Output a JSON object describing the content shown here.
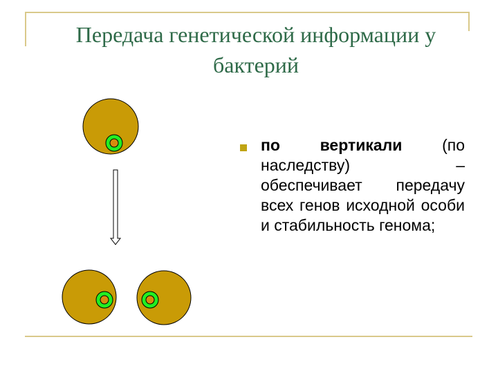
{
  "title": "Передача генетической информации у бактерий",
  "bullet": {
    "bold": "по вертикали",
    "text": " (по наследству) – обеспечивает передачу всех генов исходной особи и стабильность генома;"
  },
  "colors": {
    "cell_fill": "#c99b06",
    "plasmid_ring": "#22ee22",
    "plasmid_core": "#d98c0c",
    "frame": "#d9c98a",
    "title": "#2e6a48",
    "bullet": "#c0a414"
  }
}
